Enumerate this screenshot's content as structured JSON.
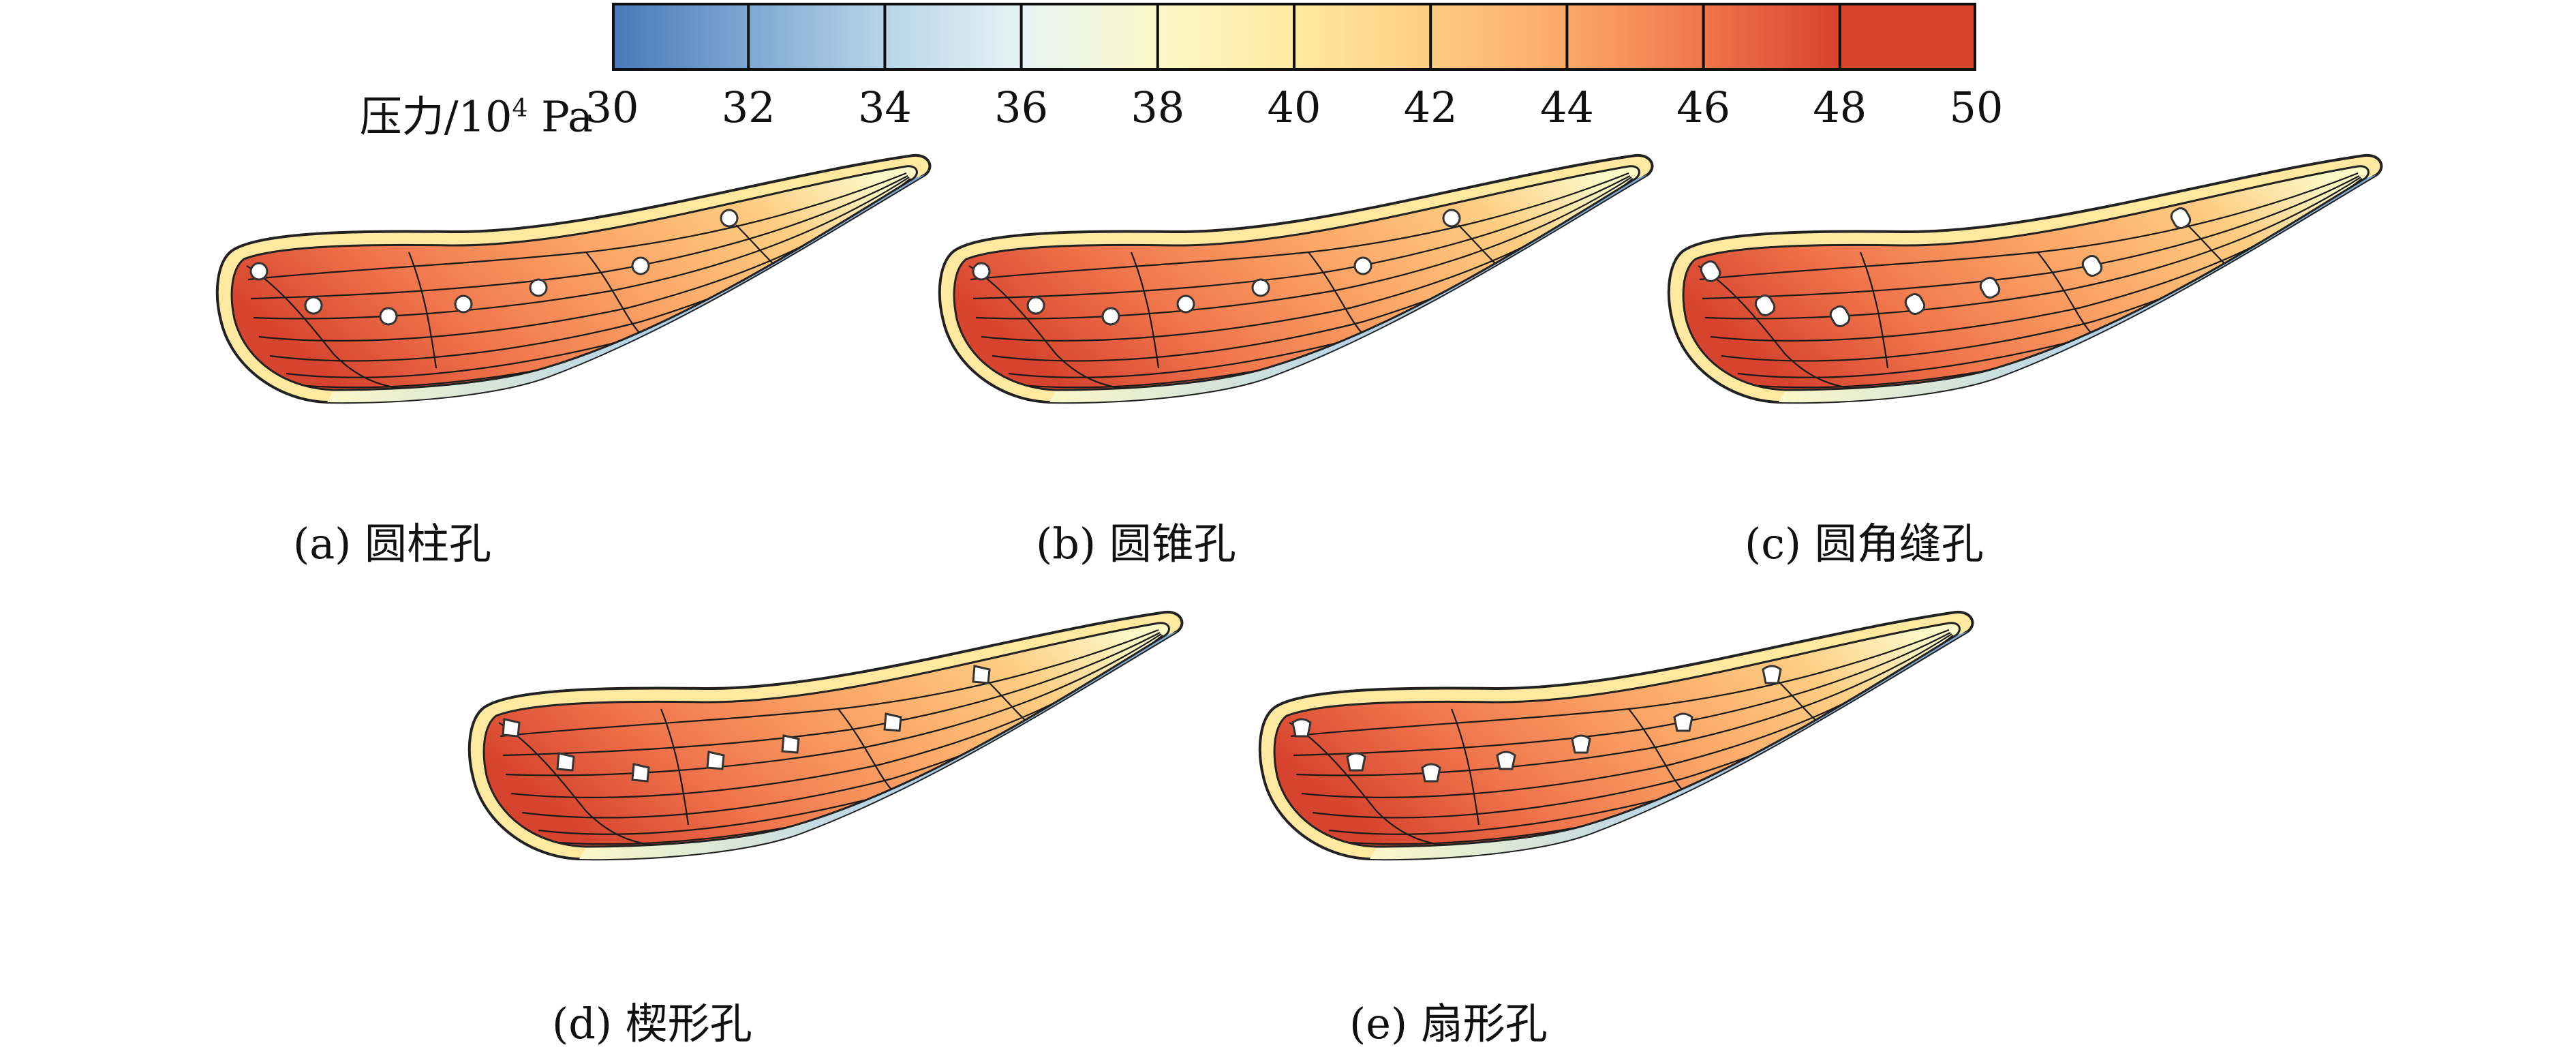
{
  "colorbar": {
    "label_text": "压力/10",
    "label_sup": "4",
    "label_unit": " Pa",
    "min": 30,
    "max": 50,
    "ticks": [
      "30",
      "32",
      "34",
      "36",
      "38",
      "40",
      "42",
      "44",
      "46",
      "48",
      "50"
    ],
    "colors": [
      "#4a77b8",
      "#7ea8d2",
      "#b8d5e8",
      "#e6f3f4",
      "#fbf8c8",
      "#ffe9a1",
      "#fdcd82",
      "#fba868",
      "#f0754c",
      "#d6432e"
    ]
  },
  "panels": [
    {
      "caption": "(a) 圆柱孔",
      "hole_shape": "circle"
    },
    {
      "caption": "(b) 圆锥孔",
      "hole_shape": "circle"
    },
    {
      "caption": "(c) 圆角缝孔",
      "hole_shape": "rounded-slot"
    },
    {
      "caption": "(d) 楔形孔",
      "hole_shape": "wedge"
    },
    {
      "caption": "(e) 扇形孔",
      "hole_shape": "fan"
    }
  ]
}
